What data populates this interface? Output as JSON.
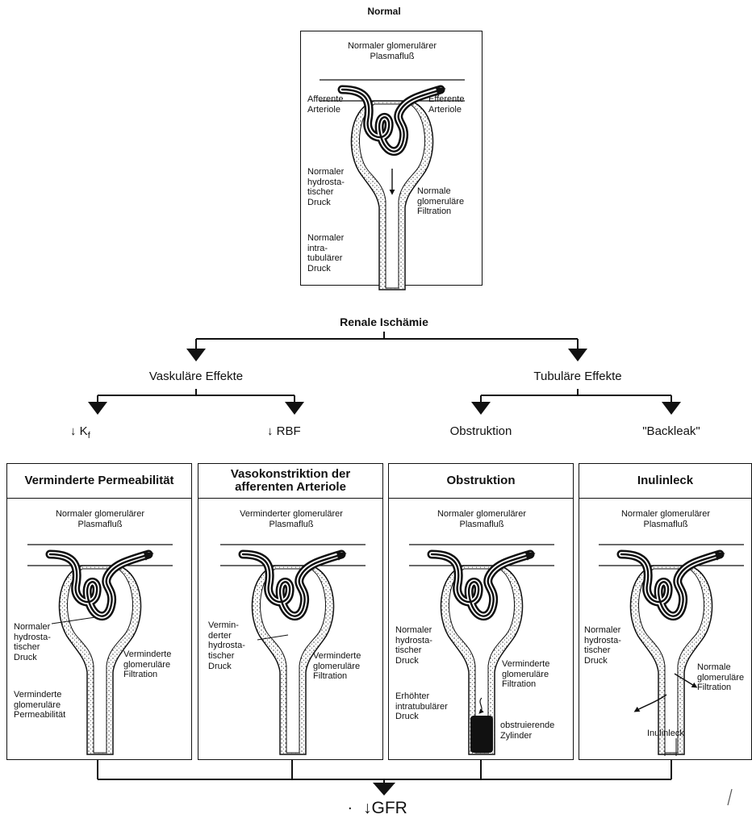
{
  "normal": {
    "title": "Normal",
    "flow": "Normaler glomerulärer\nPlasmafluß",
    "afferent": "Afferente\nArteriole",
    "efferent": "Efferente\nArteriole",
    "pressure": "Normaler\nhydrosta-\ntischer\nDruck",
    "filtration": "Normale\nglomeruläre\nFiltration",
    "intratubular": "Normaler\nintra-\ntubulärer\nDruck"
  },
  "root": "Renale Ischämie",
  "branches": {
    "vascular": "Vaskuläre Effekte",
    "tubular": "Tubuläre Effekte"
  },
  "leaves": {
    "kf_arrow": "↓",
    "kf_k": "K",
    "kf_sub": "f",
    "rbf": "↓ RBF",
    "obstruction": "Obstruktion",
    "backleak": "\"Backleak\""
  },
  "panels": [
    {
      "title": "Verminderte Permeabilität",
      "flow": "Normaler glomerulärer\nPlasmafluß",
      "pressure": "Normaler\nhydrosta-\ntischer\nDruck",
      "filtration": "Verminderte\nglomeruläre\nFiltration",
      "extra": "Verminderte\nglomeruläre\nPermeabilität"
    },
    {
      "title": "Vasokonstriktion der\nafferenten Arteriole",
      "flow": "Verminderter glomerulärer\nPlasmafluß",
      "pressure": "Vermin-\nderter\nhydrosta-\ntischer\nDruck",
      "filtration": "Verminderte\nglomeruläre\nFiltration"
    },
    {
      "title": "Obstruktion",
      "flow": "Normaler glomerulärer\nPlasmafluß",
      "pressure": "Normaler\nhydrosta-\ntischer\nDruck",
      "filtration": "Verminderte\nglomeruläre\nFiltration",
      "extra": "Erhöhter\nintratubulärer\nDruck",
      "cast": "obstruierende\nZylinder"
    },
    {
      "title": "Inulinleck",
      "flow": "Normaler glomerulärer\nPlasmafluß",
      "pressure": "Normaler\nhydrosta-\ntischer\nDruck",
      "filtration": "Normale\nglomeruläre\nFiltration",
      "leak": "Inulinleck"
    }
  ],
  "result": "↓GFR",
  "result_dot": "."
}
